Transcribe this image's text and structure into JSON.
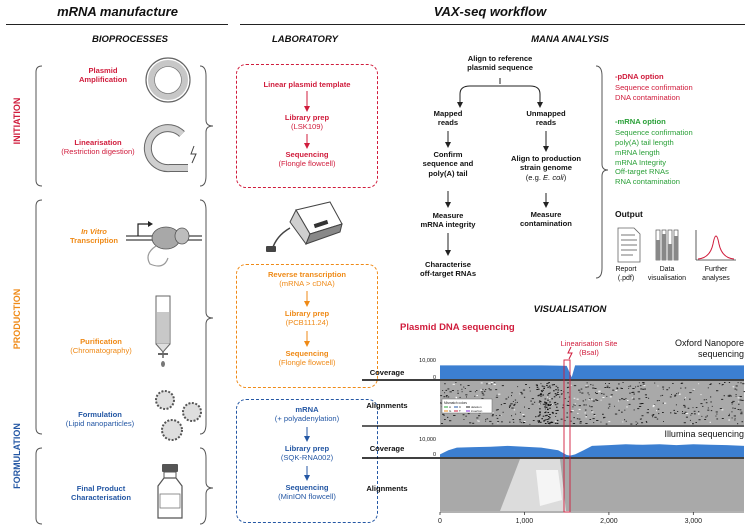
{
  "headers": {
    "left": "mRNA manufacture",
    "right": "VAX-seq workflow"
  },
  "subheaders": {
    "bioprocesses": "BIOPROCESSES",
    "laboratory": "LABORATORY",
    "mana": "MANA ANALYSIS",
    "visualisation": "VISUALISATION"
  },
  "phases": {
    "initiation": "INITIATION",
    "production": "PRODUCTION",
    "formulation": "FORMULATION"
  },
  "bioprocesses": {
    "plasmid_amp": [
      "Plasmid",
      "Amplification"
    ],
    "linearisation": [
      "Linearisation",
      "(Restriction digestion)"
    ],
    "ivt": [
      "In Vitro",
      "Transcription"
    ],
    "purification": [
      "Purification",
      "(Chromatography)"
    ],
    "formulation": [
      "Formulation",
      "(Lipid nanoparticles)"
    ],
    "final": [
      "Final Product",
      "Characterisation"
    ]
  },
  "lab": {
    "red": {
      "step1": "Linear plasmid template",
      "step2": "Library prep",
      "step2_sub": "(LSK109)",
      "step3": "Sequencing",
      "step3_sub": "(Flongle flowcell)"
    },
    "orange": {
      "step1": "Reverse transcription",
      "step1_sub": "(mRNA > cDNA)",
      "step2": "Library prep",
      "step2_sub": "(PCB111.24)",
      "step3": "Sequencing",
      "step3_sub": "(Flongle flowcell)"
    },
    "blue": {
      "step1": "mRNA",
      "step1_sub": "(+ polyadenylation)",
      "step2": "Library prep",
      "step2_sub": "(SQK-RNA002)",
      "step3": "Sequencing",
      "step3_sub": "(MinION flowcell)"
    }
  },
  "mana": {
    "align": [
      "Align to reference",
      "plasmid sequence"
    ],
    "mapped": [
      "Mapped",
      "reads"
    ],
    "unmapped": [
      "Unmapped",
      "reads"
    ],
    "confirm": [
      "Confirm",
      "sequence and",
      "poly(A) tail"
    ],
    "align_host": [
      "Align to production",
      "strain genome"
    ],
    "align_host_eg": "(e.g. ",
    "align_host_eg_italic": "E. coli",
    "align_host_eg_end": ")",
    "integrity": [
      "Measure",
      "mRNA integrity"
    ],
    "contamination": [
      "Measure",
      "contamination"
    ],
    "offtarget": [
      "Characterise",
      "off-target RNAs"
    ]
  },
  "options": {
    "pdna_title": "-pDNA option",
    "pdna_items": [
      "Sequence confirmation",
      "DNA contamination"
    ],
    "mrna_title": "-mRNA option",
    "mrna_items": [
      "Sequence confirmation",
      "poly(A) tail length",
      "mRNA length",
      "mRNA Integrity",
      "Off-target RNAs",
      "RNA contamination"
    ],
    "output_title": "Output",
    "output_report": [
      "Report",
      "(.pdf)"
    ],
    "output_data": [
      "Data",
      "visualisation"
    ],
    "output_further": [
      "Further",
      "analyses"
    ]
  },
  "visualisation": {
    "title": "Plasmid DNA sequencing",
    "linearisation_site": [
      "Linearisation Site",
      "(BsaI)"
    ],
    "ont_label": [
      "Oxford Nanopore",
      "sequencing"
    ],
    "illumina_label": "Illumina sequencing",
    "coverage": "Coverage",
    "alignments": "Alignments",
    "cov_max": "10,000",
    "cov_min": "0",
    "legend_title": "Mismatch colors",
    "legend_items": [
      "A",
      "C",
      "G",
      "T",
      "deletion",
      "insertion"
    ],
    "colors": {
      "coverage": "#3c7fd1",
      "align_bg": "#a5a5a5",
      "site": "#d01c3c"
    }
  },
  "chart_data": {
    "type": "area",
    "xlabel": "",
    "ylabel": "Coverage",
    "xlim": [
      0,
      3600
    ],
    "ylim": [
      0,
      10000
    ],
    "xticks": [
      "0",
      "1,000",
      "2,000",
      "3,000"
    ],
    "series": [
      {
        "x": [
          0,
          200,
          400,
          600,
          800,
          1000,
          1200,
          1400,
          1500,
          1560,
          1600,
          1800,
          2000,
          2200,
          2400,
          2600,
          2800,
          3000,
          3200,
          3400,
          3600
        ],
        "y": [
          8000,
          8000,
          8000,
          8000,
          8000,
          8000,
          8000,
          7900,
          7700,
          1000,
          8000,
          8000,
          8000,
          8000,
          8000,
          8000,
          8000,
          8000,
          8000,
          8000,
          8000
        ]
      },
      {
        "x": [
          0,
          100,
          200,
          400,
          600,
          800,
          1000,
          1200,
          1400,
          1500,
          1540,
          1600,
          1700,
          1800,
          2000,
          2200,
          2400,
          2600,
          2800,
          3000,
          3200,
          3400,
          3600
        ],
        "y": [
          1500,
          4000,
          5500,
          5800,
          6000,
          6500,
          6000,
          5500,
          4000,
          1200,
          800,
          1500,
          4000,
          6500,
          7000,
          7500,
          7200,
          7500,
          7000,
          7500,
          7200,
          7000,
          6500
        ]
      }
    ]
  }
}
